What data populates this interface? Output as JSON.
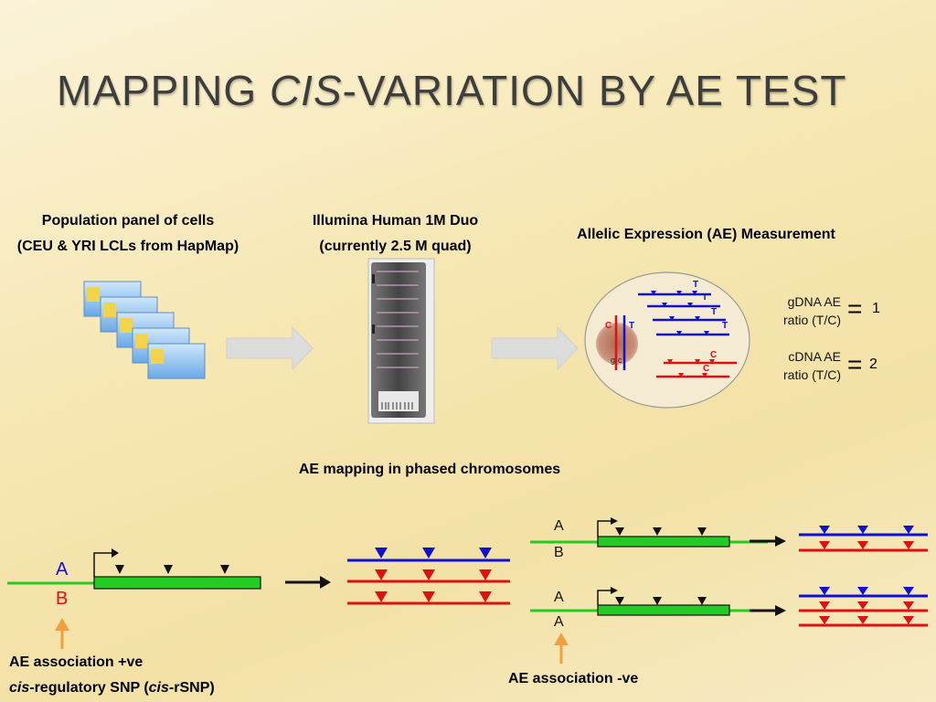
{
  "title": {
    "part1": "MAPPING ",
    "italic": "CIS",
    "part2": "-VARIATION BY AE TEST"
  },
  "panel": {
    "line1": "Population panel of cells",
    "line2": "(CEU & YRI LCLs from HapMap)"
  },
  "chip": {
    "line1": "Illumina Human 1M Duo",
    "line2": "(currently 2.5 M quad)"
  },
  "ae_measurement": "Allelic Expression (AE) Measurement",
  "gdna": {
    "line1": "gDNA AE",
    "line2": "ratio (T/C)",
    "eq": "=",
    "value": "1"
  },
  "cdna": {
    "line1": "cDNA AE",
    "line2": "ratio (T/C)",
    "eq": "=",
    "value": "2"
  },
  "mapping_label": "AE mapping in  phased chromosomes",
  "left_case": {
    "allele_a": "A",
    "allele_b": "B",
    "assoc": "AE association +ve",
    "rsnp_italic1": "cis",
    "rsnp_mid": "-regulatory SNP (",
    "rsnp_italic2": "cis",
    "rsnp_end": "-rSNP)"
  },
  "right_case": {
    "top_a": "A",
    "top_b": "B",
    "bottom_a": "A",
    "bottom_b": "A",
    "assoc": "AE association -ve"
  },
  "allele_labels": {
    "c": "C",
    "t": "T",
    "g": "g",
    "r": "c"
  },
  "colors": {
    "blue": "#1010d0",
    "red": "#e01010",
    "green": "#22cc22",
    "gray_arrow": "#dcdcdc",
    "orange": "#f0a040"
  }
}
